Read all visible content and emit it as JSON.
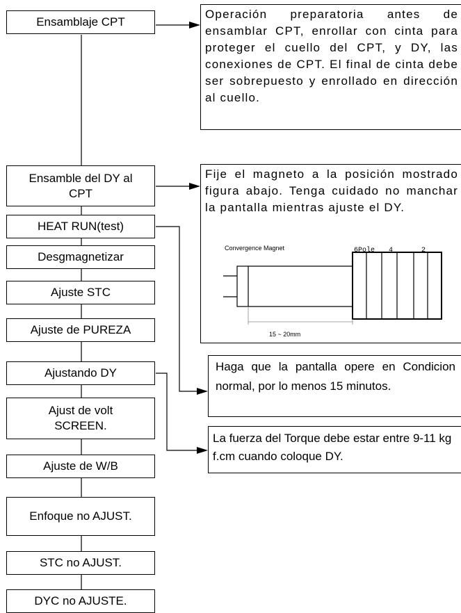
{
  "steps": [
    "Ensamblaje CPT",
    "Ensamble del DY al CPT",
    "HEAT RUN(test)",
    "Desgmagnetizar",
    "Ajuste STC",
    "Ajuste de PUREZA",
    "Ajustando DY",
    "Ajust de volt SCREEN.",
    "Ajuste de W/B",
    "Enfoque no AJUST.",
    "STC no AJUST.",
    "DYC no AJUSTE."
  ],
  "notes": {
    "cpt_prep": "Operación preparatoria antes de ensamblar CPT, enrollar con cinta para proteger el cuello del CPT, y DY, las conexiones de CPT. El final de cinta debe ser sobrepuesto y enrollado en dirección al cuello.",
    "magnet": "Fije el magneto a la posición mostrado figura abajo. Tenga cuidado no manchar la pantalla mientras ajuste el DY.",
    "heat_run": "Haga que la pantalla opere en Condicion normal, por lo menos 15 minutos.",
    "torque": "La fuerza del Torque debe estar entre 9-11 kg f.cm cuando coloque DY."
  },
  "figure": {
    "title": "Convergence Magnet",
    "pole6": "6Pole",
    "pole4": "4",
    "pole2": "2",
    "dimension": "15 ~ 20mm"
  }
}
